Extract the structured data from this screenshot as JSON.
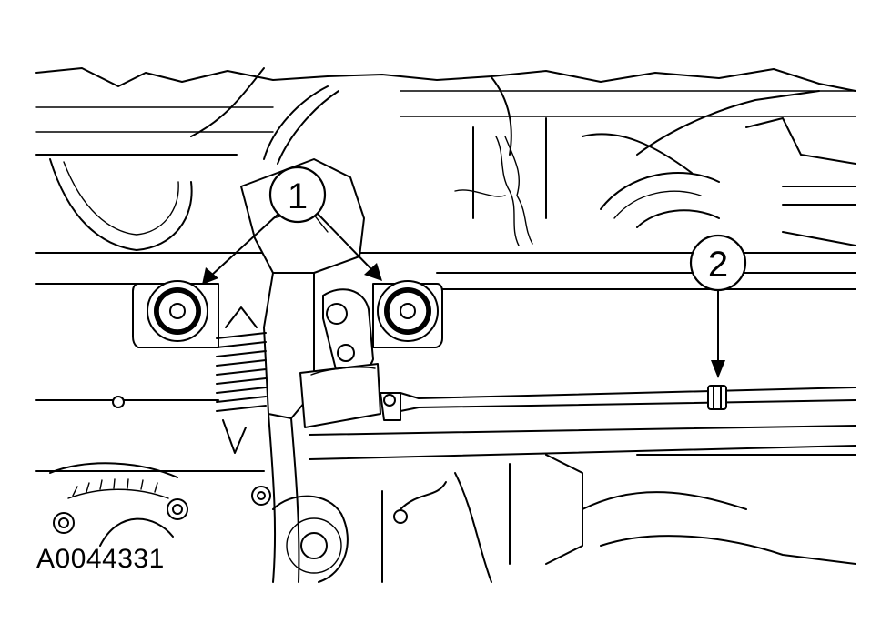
{
  "figure": {
    "id_label": "A0044331"
  },
  "callouts": [
    {
      "number": "1"
    },
    {
      "number": "2"
    }
  ],
  "colors": {
    "line": "#000000",
    "background": "#ffffff"
  }
}
